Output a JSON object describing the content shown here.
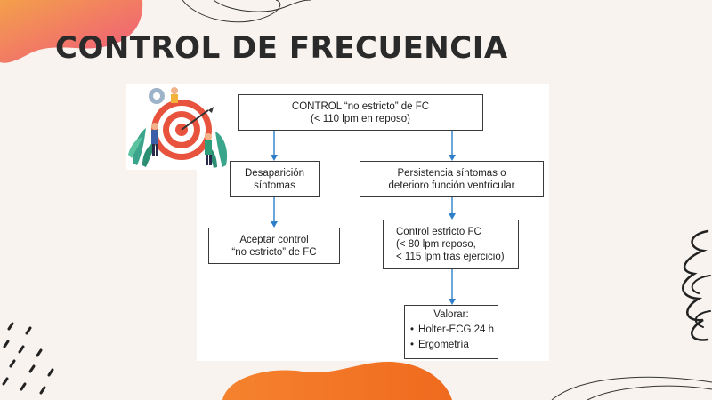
{
  "slide": {
    "title": "CONTROL DE FRECUENCIA"
  },
  "flowchart": {
    "top": {
      "line1": "CONTROL “no estricto” de FC",
      "line2": "(< 110 lpm en reposo)"
    },
    "left1": {
      "line1": "Desaparición",
      "line2": "síntomas"
    },
    "left2": {
      "line1": "Aceptar control",
      "line2": "“no estricto” de FC"
    },
    "right1": {
      "line1": "Persistencia síntomas o",
      "line2": "deterioro función ventricular"
    },
    "right2": {
      "line1": "Control estricto FC",
      "line2": "(< 80 lpm reposo,",
      "line3": "< 115 lpm tras ejercicio)"
    },
    "valorar": {
      "heading": "Valorar:",
      "items": [
        "Holter-ECG 24 h",
        "Ergometría"
      ]
    },
    "arrow_color": "#2f7fc8"
  },
  "colors": {
    "background": "#f8f3ef",
    "accent_orange": "#f07a2a",
    "accent_pink": "#f06a8a"
  }
}
